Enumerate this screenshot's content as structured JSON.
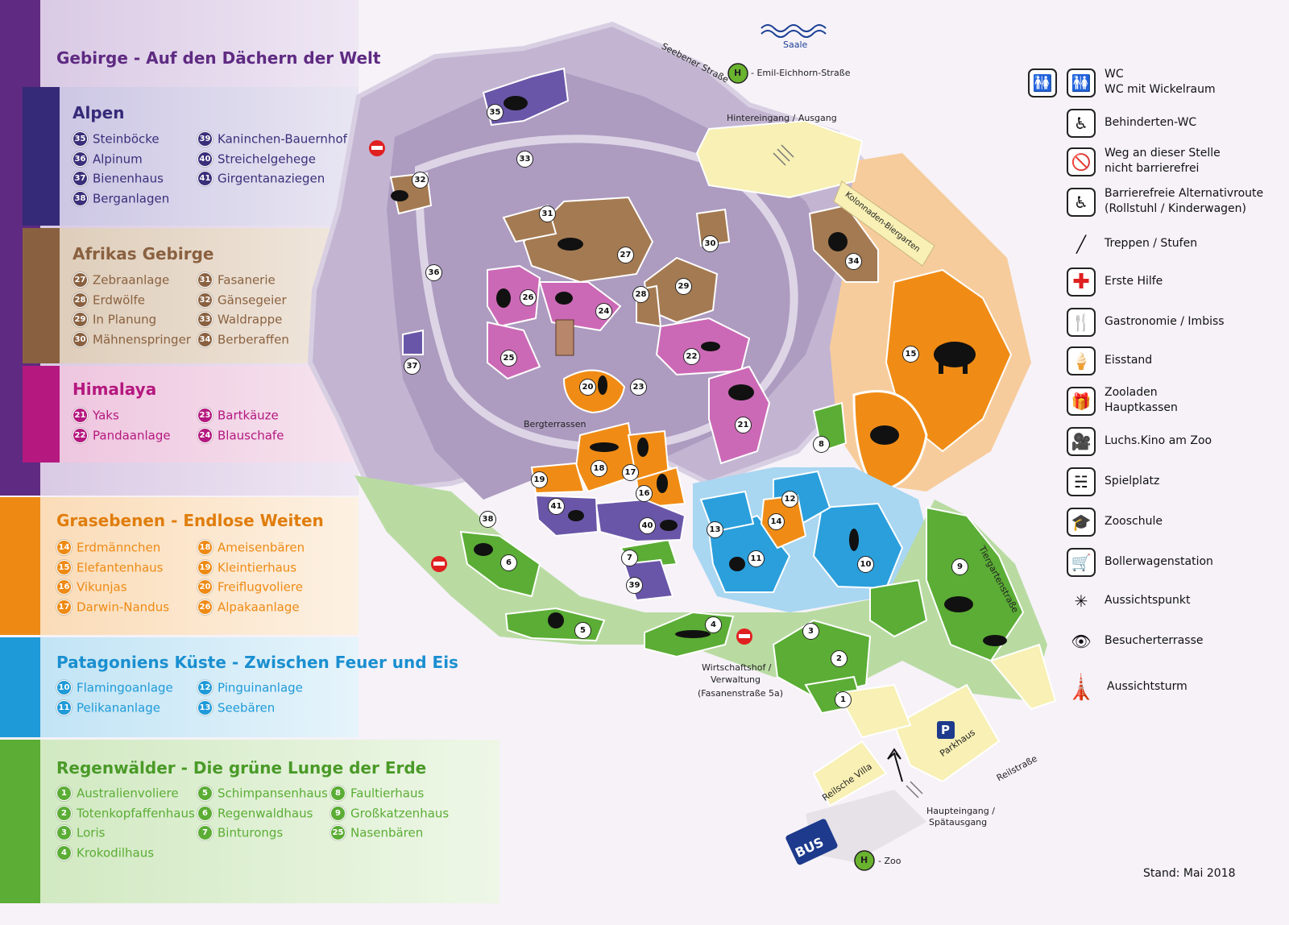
{
  "colors": {
    "gebirge": "#6b2f8a",
    "alpen": "#3a2f7a",
    "afrika": "#8a6140",
    "himalaya": "#b5187f",
    "grasebenen": "#ee8a14",
    "patagonien": "#1f9ad8",
    "regenwald": "#5bad35"
  },
  "zones": {
    "gebirge": {
      "title": "Gebirge - Auf den Dächern der Welt",
      "alpen": {
        "title": "Alpen",
        "items": [
          {
            "num": "35",
            "label": "Steinböcke"
          },
          {
            "num": "36",
            "label": "Alpinum"
          },
          {
            "num": "37",
            "label": "Bienenhaus"
          },
          {
            "num": "38",
            "label": "Berganlagen"
          },
          {
            "num": "39",
            "label": "Kaninchen-Bauernhof"
          },
          {
            "num": "40",
            "label": "Streichelgehege"
          },
          {
            "num": "41",
            "label": "Girgentanaziegen"
          }
        ]
      },
      "afrika": {
        "title": "Afrikas Gebirge",
        "items": [
          {
            "num": "27",
            "label": "Zebraanlage"
          },
          {
            "num": "28",
            "label": "Erdwölfe"
          },
          {
            "num": "29",
            "label": "In Planung"
          },
          {
            "num": "30",
            "label": "Mähnenspringer"
          },
          {
            "num": "31",
            "label": "Fasanerie"
          },
          {
            "num": "32",
            "label": "Gänsegeier"
          },
          {
            "num": "33",
            "label": "Waldrappe"
          },
          {
            "num": "34",
            "label": "Berberaffen"
          }
        ]
      },
      "himalaya": {
        "title": "Himalaya",
        "items": [
          {
            "num": "21",
            "label": "Yaks"
          },
          {
            "num": "22",
            "label": "Pandaanlage"
          },
          {
            "num": "23",
            "label": "Bartkäuze"
          },
          {
            "num": "24",
            "label": "Blauschafe"
          }
        ]
      }
    },
    "grasebenen": {
      "title": "Grasebenen - Endlose Weiten",
      "items": [
        {
          "num": "14",
          "label": "Erdmännchen"
        },
        {
          "num": "15",
          "label": "Elefantenhaus"
        },
        {
          "num": "16",
          "label": "Vikunjas"
        },
        {
          "num": "17",
          "label": "Darwin-Nandus"
        },
        {
          "num": "18",
          "label": "Ameisenbären"
        },
        {
          "num": "19",
          "label": "Kleintierhaus"
        },
        {
          "num": "20",
          "label": "Freiflugvoliere"
        },
        {
          "num": "26",
          "label": "Alpakaanlage"
        }
      ]
    },
    "patagonien": {
      "title": "Patagoniens Küste - Zwischen Feuer und Eis",
      "items": [
        {
          "num": "10",
          "label": "Flamingoanlage"
        },
        {
          "num": "11",
          "label": "Pelikananlage"
        },
        {
          "num": "12",
          "label": "Pinguinanlage"
        },
        {
          "num": "13",
          "label": "Seebären"
        }
      ]
    },
    "regenwald": {
      "title": "Regenwälder - Die grüne Lunge der Erde",
      "items": [
        {
          "num": "1",
          "label": "Australienvoliere"
        },
        {
          "num": "2",
          "label": "Totenkopfaffenhaus"
        },
        {
          "num": "3",
          "label": "Loris"
        },
        {
          "num": "4",
          "label": "Krokodilhaus"
        },
        {
          "num": "5",
          "label": "Schimpansenhaus"
        },
        {
          "num": "6",
          "label": "Regenwaldhaus"
        },
        {
          "num": "7",
          "label": "Binturongs"
        },
        {
          "num": "8",
          "label": "Faultierhaus"
        },
        {
          "num": "9",
          "label": "Großkatzenhaus"
        },
        {
          "num": "25",
          "label": "Nasenbären"
        }
      ]
    }
  },
  "map": {
    "saale": "Saale",
    "streets": {
      "seebener": "Seebener Straße",
      "emil": "- Emil-Eichhorn-Straße",
      "tiergarten": "Tiergartenstraße",
      "reil": "Reilstraße",
      "kolonnaden": "Kolonnaden-Biergarten",
      "zoo_stop": "- Zoo"
    },
    "places": {
      "hintereingang": "Hintereingang / Ausgang",
      "bergterrassen": "Bergterrassen",
      "wirtschaft_1": "Wirtschaftshof /",
      "wirtschaft_2": "Verwaltung",
      "wirtschaft_3": "(Fasanenstraße 5a)",
      "haupt_1": "Haupteingang /",
      "haupt_2": "Spätausgang",
      "parkhaus": "Parkhaus",
      "reilsche_villa": "Reilsche Villa",
      "bus": "BUS",
      "parking_p": "P",
      "bus_stop_h": "H"
    }
  },
  "legend": [
    {
      "icon": "wc-icon",
      "line1": "WC",
      "line2": "WC mit  Wickelraum"
    },
    {
      "icon": "wheelchair-wc-icon",
      "line1": "Behinderten-WC",
      "line2": ""
    },
    {
      "icon": "not-barrier-free-icon",
      "line1": "Weg an dieser Stelle",
      "line2": "nicht barrierefrei"
    },
    {
      "icon": "alternative-route-icon",
      "line1": "Barrierefreie Alternativroute",
      "line2": "(Rollstuhl / Kinderwagen)"
    },
    {
      "icon": "stairs-icon",
      "line1": "Treppen / Stufen",
      "line2": ""
    },
    {
      "icon": "first-aid-icon",
      "line1": "Erste Hilfe",
      "line2": ""
    },
    {
      "icon": "restaurant-icon",
      "line1": "Gastronomie / Imbiss",
      "line2": ""
    },
    {
      "icon": "ice-cream-icon",
      "line1": "Eisstand",
      "line2": ""
    },
    {
      "icon": "shop-icon",
      "line1": "Zooladen",
      "line2": "Hauptkassen"
    },
    {
      "icon": "cinema-icon",
      "line1": "Luchs.Kino am Zoo",
      "line2": ""
    },
    {
      "icon": "playground-icon",
      "line1": "Spielplatz",
      "line2": ""
    },
    {
      "icon": "school-icon",
      "line1": "Zooschule",
      "line2": ""
    },
    {
      "icon": "wagon-icon",
      "line1": "Bollerwagenstation",
      "line2": ""
    },
    {
      "icon": "viewpoint-icon",
      "line1": "Aussichtspunkt",
      "line2": ""
    },
    {
      "icon": "visitor-terrace-icon",
      "line1": "Besucherterrasse",
      "line2": ""
    },
    {
      "icon": "tower-icon",
      "line1": "Aussichtsturm",
      "line2": ""
    }
  ],
  "footer": "Stand: Mai 2018"
}
